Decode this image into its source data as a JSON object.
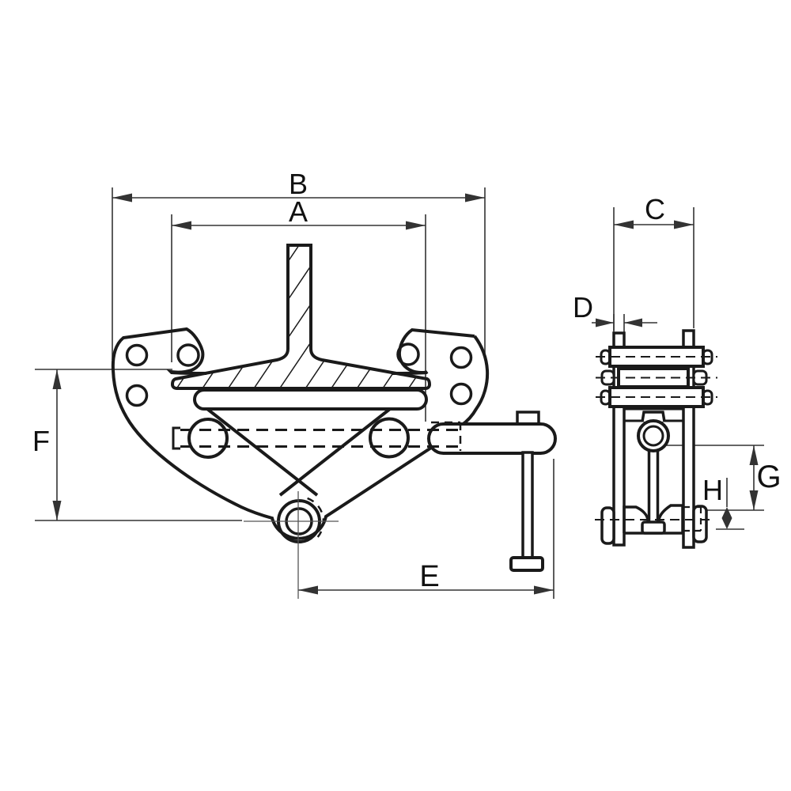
{
  "canvas": {
    "background": "#ffffff"
  },
  "colors": {
    "outline": "#1a1a1a",
    "dimension_line": "#333333",
    "centerline": "#555555",
    "label": "#111111"
  },
  "dimension_labels": {
    "a": "A",
    "b": "B",
    "c": "C",
    "d": "D",
    "e": "E",
    "f": "F",
    "g": "G",
    "h": "H"
  }
}
